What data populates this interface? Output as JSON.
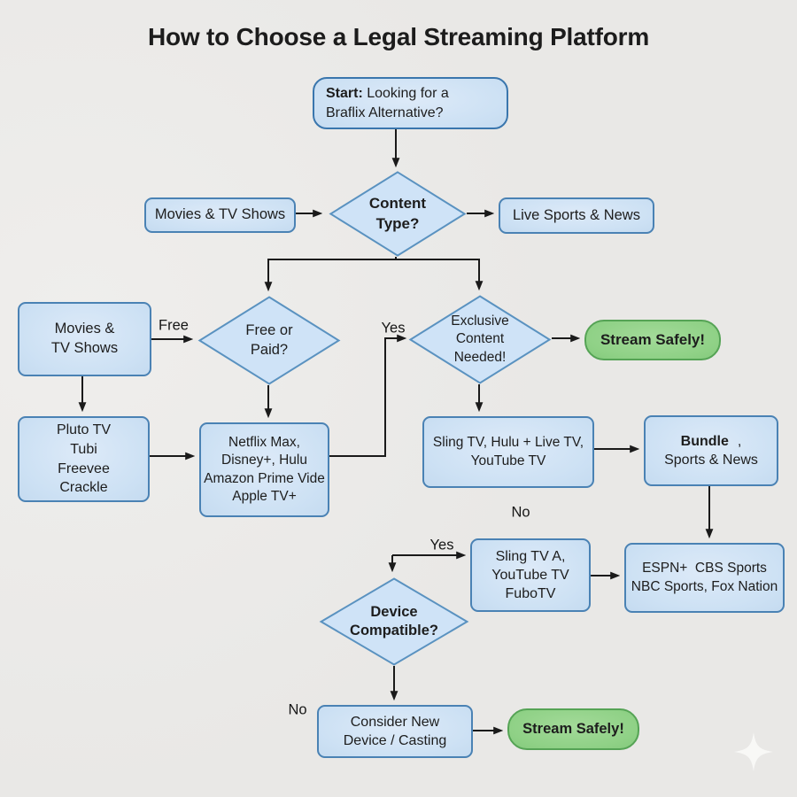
{
  "title": "How to Choose a Legal Streaming Platform",
  "colors": {
    "background": "#e9e8e6",
    "node_fill": "#cfe2f5",
    "node_border": "#4a82b4",
    "decision_fill": "#cfe3f7",
    "decision_border": "#5a92c0",
    "terminal_fill": "#8fd186",
    "terminal_border": "#55a355",
    "connector": "#1a1a1a"
  },
  "nodes": {
    "start": {
      "prefix": "Start:",
      "rest": " Looking for a",
      "line2": "Braflix Alternative?"
    },
    "movies_tv_top": {
      "label": "Movies & TV Shows"
    },
    "content_type": {
      "lines": [
        "Content",
        "Type?"
      ]
    },
    "live_sports_news": {
      "label": "Live Sports & News"
    },
    "movies_tv_left": {
      "lines": [
        "Movies &",
        "TV Shows"
      ]
    },
    "free_or_paid": {
      "lines": [
        "Free or",
        "Paid?"
      ]
    },
    "exclusive_content": {
      "lines": [
        "Exclusive",
        "Content",
        "Needed!"
      ]
    },
    "stream_safely_top": {
      "label": "Stream Safely!"
    },
    "free_platforms": {
      "lines": [
        "Pluto TV",
        "Tubi",
        "Freevee",
        "Crackle"
      ]
    },
    "paid_platforms": {
      "lines": [
        "Netflix Max,",
        "Disney+, Hulu",
        "Amazon Prime Vide",
        "Apple TV+"
      ]
    },
    "live_tv_platforms": {
      "lines": [
        "Sling TV, Hulu + Live TV,",
        "YouTube TV"
      ]
    },
    "bundle": {
      "bold": "Bundle",
      "comma": ",",
      "line2": "Sports & News"
    },
    "sports_platforms": {
      "lines": [
        "Sling TV A,",
        "YouTube TV",
        "FuboTV"
      ]
    },
    "sports_networks": {
      "lines": [
        "ESPN+  CBS Sports",
        "NBC Sports, Fox Nation"
      ]
    },
    "device_compatible": {
      "lines": [
        "Device",
        "Compatible?"
      ]
    },
    "consider_device": {
      "lines": [
        "Consider New",
        "Device / Casting"
      ]
    },
    "stream_safely_bottom": {
      "label": "Stream Safely!"
    }
  },
  "edge_labels": {
    "free": "Free",
    "yes_exclusive": "Yes",
    "yes_device": "Yes",
    "no_live": "No",
    "no_device": "No"
  }
}
